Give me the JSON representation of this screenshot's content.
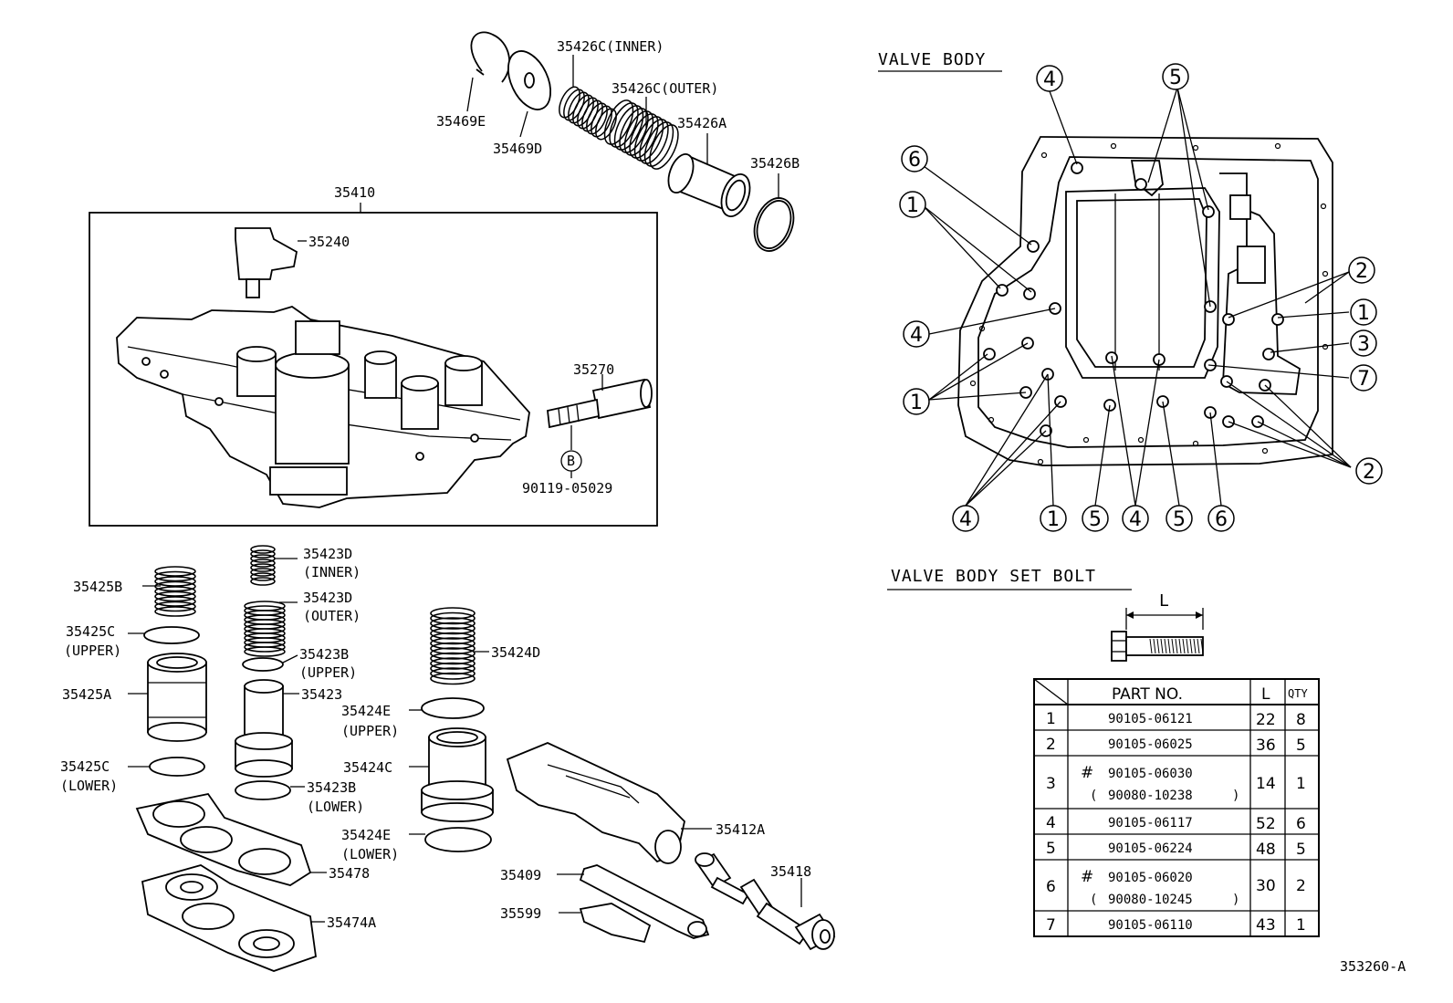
{
  "diagram_id": "353260-A",
  "callouts": {
    "c35469E": "35469E",
    "c35469D": "35469D",
    "c35426C_inner": "35426C(INNER)",
    "c35426C_outer": "35426C(OUTER)",
    "c35426A": "35426A",
    "c35426B": "35426B",
    "c35410": "35410",
    "c35240": "35240",
    "c35270": "35270",
    "cB": "B",
    "c90119": "90119-05029",
    "c35425B": "35425B",
    "c35425C_upper_a": "35425C",
    "c35425C_upper_b": "(UPPER)",
    "c35425A": "35425A",
    "c35425C_lower_a": "35425C",
    "c35425C_lower_b": "(LOWER)",
    "c35423D_inner_a": "35423D",
    "c35423D_inner_b": "(INNER)",
    "c35423D_outer_a": "35423D",
    "c35423D_outer_b": "(OUTER)",
    "c35423B_upper_a": "35423B",
    "c35423B_upper_b": "(UPPER)",
    "c35423": "35423",
    "c35423B_lower_a": "35423B",
    "c35423B_lower_b": "(LOWER)",
    "c35424D": "35424D",
    "c35424E_upper_a": "35424E",
    "c35424E_upper_b": "(UPPER)",
    "c35424C": "35424C",
    "c35424E_lower_a": "35424E",
    "c35424E_lower_b": "(LOWER)",
    "c35412A": "35412A",
    "c35409": "35409",
    "c35599": "35599",
    "c35418": "35418",
    "c35478": "35478",
    "c35474A": "35474A"
  },
  "valve_body": {
    "title": "VALVE BODY",
    "set_bolt_title": "VALVE BODY SET BOLT",
    "length_label": "L"
  },
  "circled_numbers": [
    "4",
    "5",
    "6",
    "1",
    "4",
    "1",
    "2",
    "1",
    "3",
    "7",
    "2",
    "4",
    "1",
    "5",
    "4",
    "5",
    "6"
  ],
  "bolt_table": {
    "headers": {
      "part_no": "PART NO.",
      "l": "L",
      "qty": "QTY"
    },
    "rows": [
      {
        "idx": "1",
        "hash": "",
        "part": "90105-06121",
        "alt": "",
        "l": "22",
        "qty": "8"
      },
      {
        "idx": "2",
        "hash": "",
        "part": "90105-06025",
        "alt": "",
        "l": "36",
        "qty": "5"
      },
      {
        "idx": "3",
        "hash": "#",
        "part": "90105-06030",
        "alt": "90080-10238",
        "l": "14",
        "qty": "1"
      },
      {
        "idx": "4",
        "hash": "",
        "part": "90105-06117",
        "alt": "",
        "l": "52",
        "qty": "6"
      },
      {
        "idx": "5",
        "hash": "",
        "part": "90105-06224",
        "alt": "",
        "l": "48",
        "qty": "5"
      },
      {
        "idx": "6",
        "hash": "#",
        "part": "90105-06020",
        "alt": "90080-10245",
        "l": "30",
        "qty": "2"
      },
      {
        "idx": "7",
        "hash": "",
        "part": "90105-06110",
        "alt": "",
        "l": "43",
        "qty": "1"
      }
    ]
  }
}
